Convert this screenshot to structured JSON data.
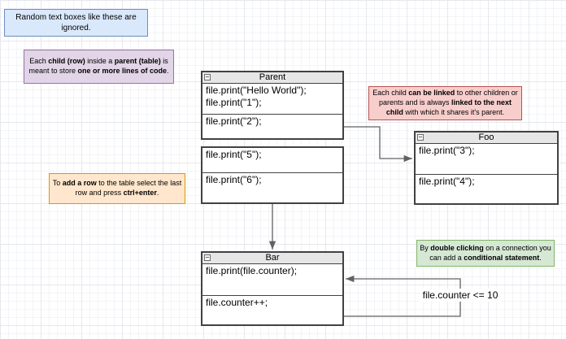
{
  "notes": {
    "blue": {
      "parts": [
        {
          "text": "Random text boxes like these are ignored.",
          "bold": false
        }
      ]
    },
    "purple": {
      "parts": [
        {
          "text": "Each ",
          "bold": false
        },
        {
          "text": "child (row)",
          "bold": true
        },
        {
          "text": " inside a ",
          "bold": false
        },
        {
          "text": "parent (table)",
          "bold": true
        },
        {
          "text": " is meant to store ",
          "bold": false
        },
        {
          "text": "one or more lines of code",
          "bold": true
        },
        {
          "text": ".",
          "bold": false
        }
      ]
    },
    "red": {
      "parts": [
        {
          "text": "Each child ",
          "bold": false
        },
        {
          "text": "can be linked",
          "bold": true
        },
        {
          "text": " to other children or parents and is always ",
          "bold": false
        },
        {
          "text": "linked to the next child",
          "bold": true
        },
        {
          "text": " with which it shares it's parent.",
          "bold": false
        }
      ]
    },
    "orange": {
      "parts": [
        {
          "text": "To ",
          "bold": false
        },
        {
          "text": "add a row",
          "bold": true
        },
        {
          "text": " to the table select the last row and press ",
          "bold": false
        },
        {
          "text": "ctrl+enter",
          "bold": true
        },
        {
          "text": ".",
          "bold": false
        }
      ]
    },
    "green": {
      "parts": [
        {
          "text": "By ",
          "bold": false
        },
        {
          "text": "double clicking",
          "bold": true
        },
        {
          "text": " on a connection you can add a ",
          "bold": false
        },
        {
          "text": "conditional statement",
          "bold": true
        },
        {
          "text": ".",
          "bold": false
        }
      ]
    }
  },
  "tables": {
    "parent": {
      "title": "Parent",
      "rows": [
        "file.print(\"Hello World\");\nfile.print(\"1\");",
        "file.print(\"2\");",
        "file.print(\"5\");",
        "file.print(\"6\");"
      ]
    },
    "foo": {
      "title": "Foo",
      "rows": [
        "file.print(\"3\");",
        "file.print(\"4\");"
      ]
    },
    "bar": {
      "title": "Bar",
      "rows": [
        "file.print(file.counter);",
        "file.counter++;"
      ]
    }
  },
  "edges": {
    "loop_condition_label": "file.counter <= 10"
  },
  "icons": {
    "collapse_icon": "minus-in-square"
  },
  "colors": {
    "note_blue_fill": "#dae8fc",
    "note_blue_stroke": "#6c8ebf",
    "note_purple_fill": "#e1d5e7",
    "note_purple_stroke": "#9673a6",
    "note_red_fill": "#f8cecc",
    "note_red_stroke": "#b85450",
    "note_orange_fill": "#ffe6cc",
    "note_orange_stroke": "#d79b00",
    "note_green_fill": "#d5e8d4",
    "note_green_stroke": "#82b366",
    "table_header_fill": "#e6e6e6",
    "table_border": "#424242",
    "edge_stroke": "#616161",
    "grid_minor": "#f3f4f7",
    "grid_major": "#e7e8ed"
  }
}
